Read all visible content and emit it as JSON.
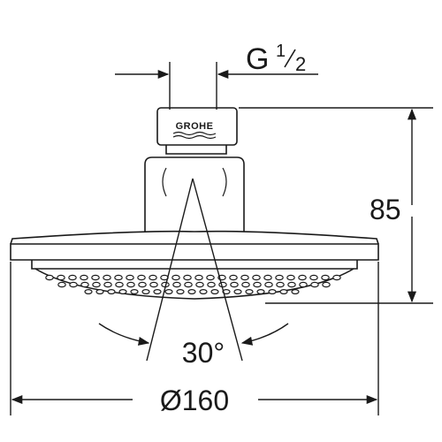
{
  "drawing": {
    "brand_logo": "GROHE",
    "thread_label": {
      "prefix": "G",
      "numerator": "1",
      "denominator": "2"
    },
    "height_label": "85",
    "angle_label": "30°",
    "diameter_label": "Ø160",
    "line_color": "#1a1a1a",
    "background_color": "#ffffff"
  }
}
